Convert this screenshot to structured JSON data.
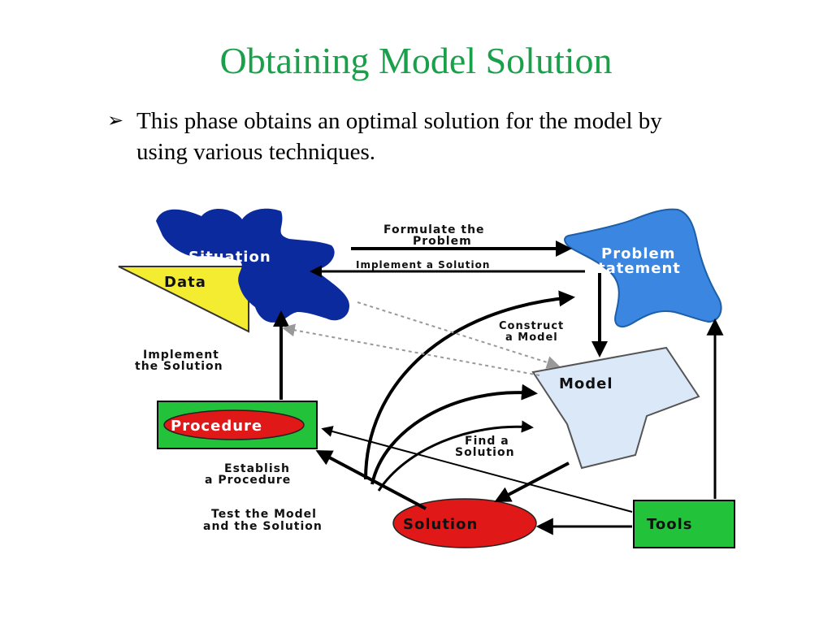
{
  "slide": {
    "title": "Obtaining Model Solution",
    "bullet_marker": "➢",
    "bullet_text": "This phase obtains an optimal solution for the model by using various  techniques."
  },
  "diagram": {
    "nodes": {
      "situation": "Situation",
      "data": "Data",
      "problem_line1": "Problem",
      "problem_line2": "Statement",
      "model": "Model",
      "procedure": "Procedure",
      "solution": "Solution",
      "tools": "Tools"
    },
    "edges": {
      "formulate_line1": "Formulate the",
      "formulate_line2": "Problem",
      "implement_a_solution": "Implement a Solution",
      "construct_line1": "Construct",
      "construct_line2": "a Model",
      "implement_line1": "Implement",
      "implement_line2": "the Solution",
      "find_line1": "Find a",
      "find_line2": "Solution",
      "establish_line1": "Establish",
      "establish_line2": "a Procedure",
      "test_line1": "Test the Model",
      "test_line2": "and the Solution"
    },
    "colors": {
      "situation": "#0a2a9e",
      "data": "#f4ec30",
      "problem": "#3a86e0",
      "model": "#dbe8f8",
      "box_green": "#22c23a",
      "ellipse_red": "#e01818"
    }
  }
}
